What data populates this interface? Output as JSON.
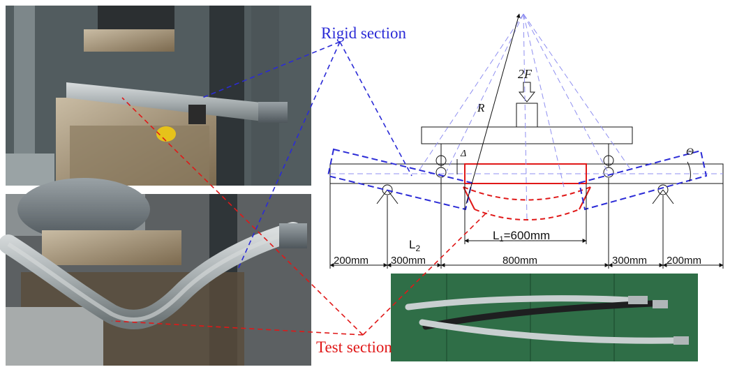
{
  "labels": {
    "rigid_section": "Rigid section",
    "test_section": "Test section"
  },
  "diagram": {
    "force": "2F",
    "radius": "R",
    "delta": "Δ",
    "theta": "Θ",
    "l2": "L",
    "l2_sub": "2",
    "l1": "L",
    "l1_sub": "1",
    "l1_value": "=600mm",
    "dims": [
      "200mm",
      "300mm",
      "800mm",
      "300mm",
      "200mm"
    ]
  },
  "colors": {
    "rigid": "#2b2bd6",
    "test": "#e01818",
    "guide": "#8f8ff0",
    "line": "#111111"
  },
  "photos": {
    "top_left": "test machine with straight rigid pipe sample (photo)",
    "bottom_left": "test machine with bent pipe sample (photo)",
    "bottom_right": "three bent pipe samples on green mat (photo)"
  }
}
